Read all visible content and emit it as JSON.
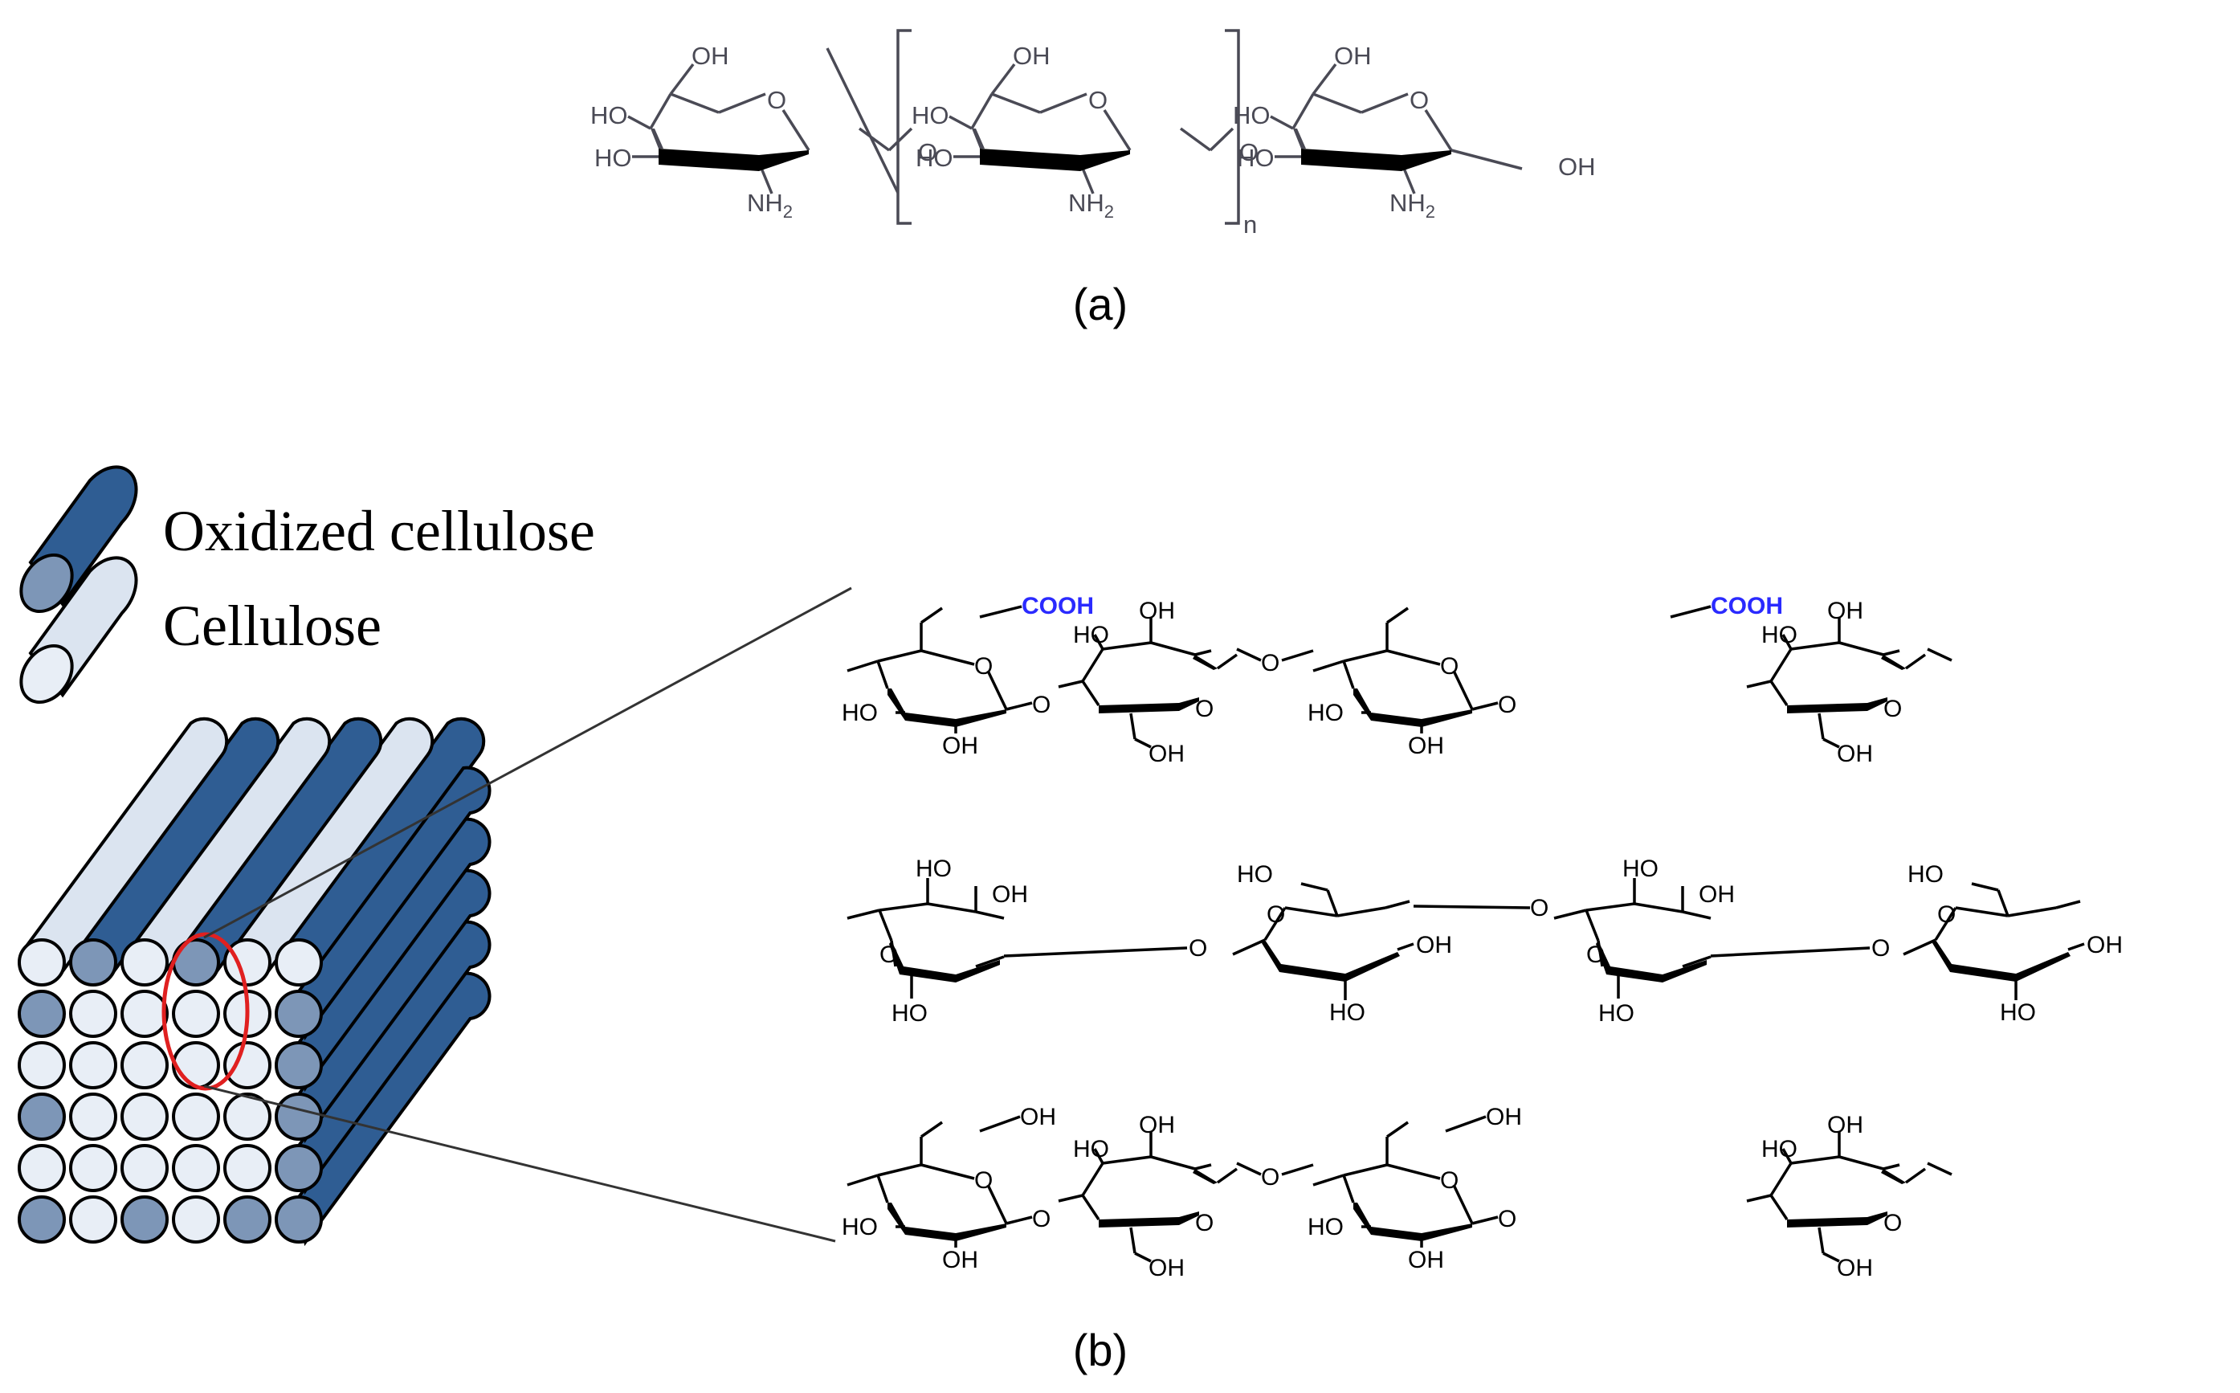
{
  "panel_a": {
    "caption": "(a)",
    "repeat_subscript": "n",
    "labels": {
      "oh": "OH",
      "ho": "HO",
      "ring_o": "O",
      "amine": "NH",
      "amine_sub": "2"
    }
  },
  "panel_b": {
    "caption": "(b)",
    "legend": {
      "oxidized_label": "Oxidized cellulose",
      "cellulose_label": "Cellulose"
    },
    "labels": {
      "oh": "OH",
      "ho": "HO",
      "ring_o": "O",
      "carboxyl": "COOH"
    }
  },
  "colors": {
    "oxidized_dark": "#2f5d93",
    "oxidized_end": "#7d96b7",
    "cellulose_body": "#dbe4f0",
    "cellulose_end": "#e8eef6",
    "highlight": "#e02020",
    "carboxyl": "#2a2aff"
  }
}
